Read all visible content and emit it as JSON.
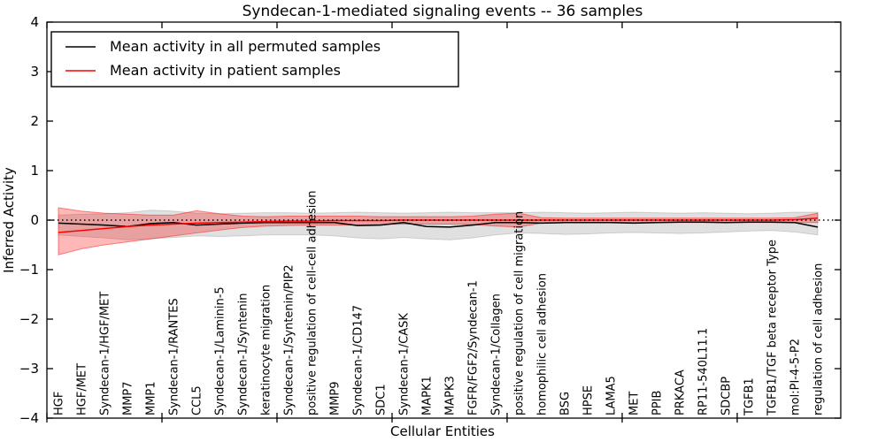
{
  "title": "Syndecan-1-mediated signaling events -- 36 samples",
  "legend": {
    "items": [
      {
        "label": "Mean activity in all permuted samples",
        "color": "#000000"
      },
      {
        "label": "Mean activity in patient samples",
        "color": "#ff0000"
      }
    ]
  },
  "chart_data": {
    "type": "line",
    "title": "Syndecan-1-mediated signaling events -- 36 samples",
    "xlabel": "Cellular Entities",
    "ylabel": "Inferred Activity",
    "ylim": [
      -4,
      4
    ],
    "yticks": [
      -4,
      -3,
      -2,
      -1,
      0,
      1,
      2,
      3,
      4
    ],
    "xticks_units": [
      0,
      5,
      10,
      15,
      20,
      25,
      30
    ],
    "xlim": [
      0,
      34.5
    ],
    "grid": false,
    "legend_position": "upper left",
    "zero_line": {
      "style": "dotted",
      "color": "#000000",
      "y": 0
    },
    "categories": [
      "HGF",
      "HGF/MET",
      "Syndecan-1/HGF/MET",
      "MMP7",
      "MMP1",
      "Syndecan-1/RANTES",
      "CCL5",
      "Syndecan-1/Laminin-5",
      "Syndecan-1/Syntenin",
      "keratinocyte migration",
      "Syndecan-1/Syntenin/PIP2",
      "positive regulation of cell-cell adhesion",
      "MMP9",
      "Syndecan-1/CD147",
      "SDC1",
      "Syndecan-1/CASK",
      "MAPK1",
      "MAPK3",
      "FGFR/FGF2/Syndecan-1",
      "Syndecan-1/Collagen",
      "positive regulation of cell migration",
      "homophilic cell adhesion",
      "BSG",
      "HPSE",
      "LAMA5",
      "MET",
      "PPIB",
      "PRKACA",
      "RP11-540L11.1",
      "SDCBP",
      "TGFB1",
      "TGFB1/TGF beta receptor Type",
      "mol:PI-4-5-P2",
      "regulation of cell adhesion"
    ],
    "series": [
      {
        "name": "Mean activity in all permuted samples",
        "color": "#000000",
        "values": [
          -0.06,
          -0.08,
          -0.1,
          -0.13,
          -0.07,
          -0.05,
          -0.1,
          -0.08,
          -0.06,
          -0.05,
          -0.05,
          -0.05,
          -0.05,
          -0.11,
          -0.1,
          -0.05,
          -0.13,
          -0.14,
          -0.1,
          -0.05,
          -0.05,
          -0.06,
          -0.05,
          -0.05,
          -0.05,
          -0.06,
          -0.05,
          -0.04,
          -0.04,
          -0.05,
          -0.04,
          -0.04,
          -0.05,
          -0.14
        ]
      },
      {
        "name": "Mean activity in patient samples",
        "color": "#ff0000",
        "values": [
          -0.25,
          -0.21,
          -0.17,
          -0.13,
          -0.1,
          -0.08,
          -0.06,
          -0.05,
          -0.04,
          -0.03,
          -0.02,
          -0.02,
          -0.01,
          -0.01,
          -0.01,
          0,
          0,
          0,
          0,
          0,
          0,
          0,
          0,
          0,
          0,
          0,
          0,
          0,
          0,
          0,
          0,
          0,
          0.01,
          0.04
        ]
      }
    ],
    "bands": [
      {
        "name": "permuted-samples-range",
        "fill": "rgba(0,0,0,0.12)",
        "stroke": "rgba(0,0,0,0.14)",
        "upper": [
          0.1,
          0.12,
          0.13,
          0.15,
          0.2,
          0.18,
          0.14,
          0.13,
          0.14,
          0.15,
          0.15,
          0.14,
          0.15,
          0.16,
          0.15,
          0.14,
          0.15,
          0.16,
          0.15,
          0.15,
          0.15,
          0.16,
          0.15,
          0.14,
          0.15,
          0.16,
          0.15,
          0.14,
          0.15,
          0.14,
          0.13,
          0.14,
          0.16,
          0.16
        ],
        "lower": [
          -0.3,
          -0.33,
          -0.36,
          -0.4,
          -0.38,
          -0.35,
          -0.32,
          -0.33,
          -0.32,
          -0.3,
          -0.3,
          -0.3,
          -0.32,
          -0.36,
          -0.38,
          -0.35,
          -0.38,
          -0.4,
          -0.36,
          -0.3,
          -0.26,
          -0.27,
          -0.29,
          -0.28,
          -0.26,
          -0.25,
          -0.26,
          -0.27,
          -0.26,
          -0.24,
          -0.22,
          -0.21,
          -0.24,
          -0.3
        ]
      },
      {
        "name": "patient-samples-range",
        "fill": "rgba(255,0,0,0.28)",
        "stroke": "rgba(255,0,0,0.45)",
        "upper": [
          0.25,
          0.18,
          0.14,
          0.12,
          0.1,
          0.1,
          0.19,
          0.13,
          0.08,
          0.07,
          0.08,
          0.08,
          0.08,
          0.08,
          0.07,
          0.07,
          0.07,
          0.07,
          0.08,
          0.12,
          0.14,
          0.05,
          0.04,
          0.04,
          0.04,
          0.04,
          0.04,
          0.04,
          0.04,
          0.04,
          0.04,
          0.04,
          0.05,
          0.14
        ],
        "lower": [
          -0.7,
          -0.58,
          -0.5,
          -0.44,
          -0.38,
          -0.32,
          -0.26,
          -0.2,
          -0.15,
          -0.12,
          -0.11,
          -0.1,
          -0.1,
          -0.1,
          -0.09,
          -0.08,
          -0.08,
          -0.08,
          -0.09,
          -0.12,
          -0.14,
          -0.06,
          -0.05,
          -0.05,
          -0.05,
          -0.05,
          -0.05,
          -0.05,
          -0.05,
          -0.05,
          -0.05,
          -0.05,
          -0.05,
          -0.05
        ]
      }
    ]
  }
}
